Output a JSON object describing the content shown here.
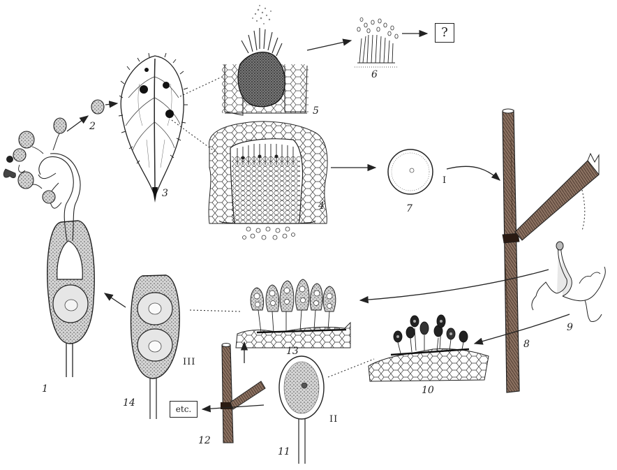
{
  "figure": {
    "numbers": [
      "1",
      "2",
      "3",
      "4",
      "5",
      "6",
      "7",
      "8",
      "9",
      "10",
      "11",
      "12",
      "13",
      "14"
    ],
    "roman": {
      "I": "I",
      "II": "II",
      "III": "III"
    },
    "unknown_box": "?",
    "etc_box": "etc."
  },
  "colors": {
    "ink": "#222222",
    "stipple": "#555555",
    "dark": "#111111",
    "light_fill": "#bdbdbd",
    "paper": "#ffffff"
  }
}
